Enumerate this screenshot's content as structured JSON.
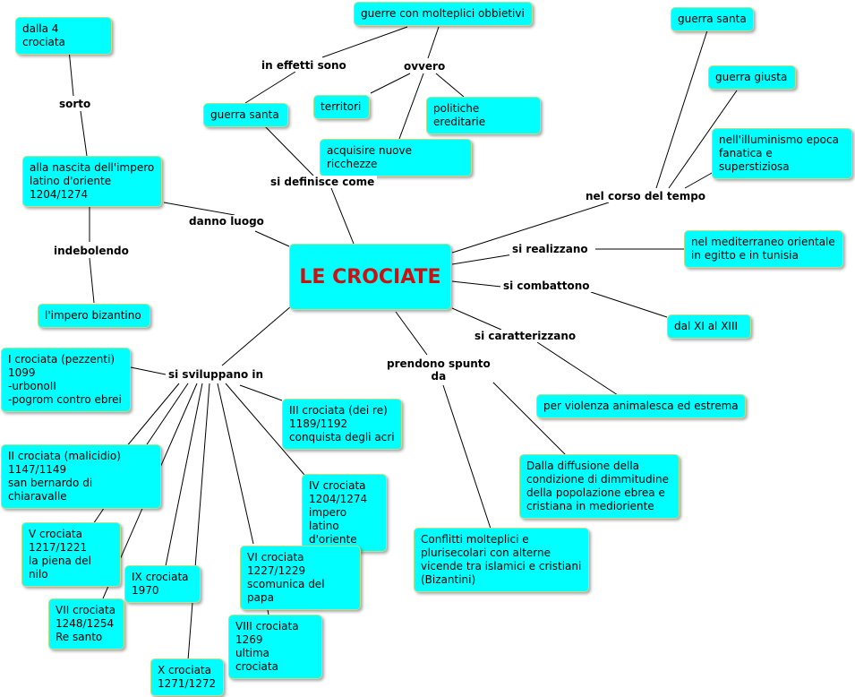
{
  "colors": {
    "node_fill": "#00ffff",
    "node_border": "#b8e08a",
    "root_text": "#cc1111",
    "line": "#000000",
    "background": "#ffffff"
  },
  "root": {
    "label": "LE CROCIATE"
  },
  "nodes": {
    "dalla_4": "dalla 4 crociata",
    "nascita_impero": "alla nascita dell'impero\nlatino d'oriente\n1204/1274",
    "impero_bizantino": "l'impero bizantino",
    "guerre_obbiettivi": "guerre con molteplici obbietivi",
    "guerra_santa_left": "guerra santa",
    "territori": "territori",
    "politiche": "politiche ereditarie",
    "ricchezze": "acquisire nuove ricchezze",
    "guerra_santa_right": "guerra santa",
    "guerra_giusta": "guerra giusta",
    "illuminismo": "nell'illuminismo epoca\nfanatica e superstiziosa",
    "mediterraneo": "nel mediterraneo orientale\nin egitto e in tunisia",
    "xi_xiii": "dal XI al XIII",
    "violenza": "per violenza animalesca ed estrema",
    "diffusione": "Dalla diffusione della\ncondizione di dimmitudine\ndella popolazione ebrea e\ncristiana in medioriente",
    "conflitti": "Conflitti molteplici e\nplurisecolari con alterne\nvicende tra islamici e cristiani\n(Bizantini)",
    "crociata_1": "I crociata (pezzenti)\n1099\n-urbonoII\n-pogrom contro ebrei",
    "crociata_2": "II crociata (malicidio)\n1147/1149\nsan bernardo di chiaravalle",
    "crociata_3": "III crociata (dei re)\n1189/1192\nconquista degli acri",
    "crociata_4": "IV crociata\n1204/1274\nimpero latino\nd'oriente",
    "crociata_5": "V crociata\n1217/1221\nla piena del nilo",
    "crociata_6": "VI crociata\n1227/1229\nscomunica del papa",
    "crociata_7": "VII crociata\n1248/1254\nRe santo",
    "crociata_8": "VIII crociata\n1269\nultima crociata",
    "crociata_9": "IX crociata\n1970",
    "crociata_10": "X crociata\n1271/1272"
  },
  "link_labels": {
    "sorto": "sorto",
    "danno_luogo": "danno luogo",
    "indebolendo": "indebolendo",
    "in_effetti_sono": "in effetti sono",
    "ovvero": "ovvero",
    "si_definisce_come": "si definisce come",
    "nel_corso_del_tempo": "nel corso del tempo",
    "si_realizzano": "si realizzano",
    "si_combattono": "si combattono",
    "si_caratterizzano": "si caratterizzano",
    "prendono_spunto_da": "prendono spunto\nda",
    "si_sviluppano_in": "si sviluppano in"
  }
}
